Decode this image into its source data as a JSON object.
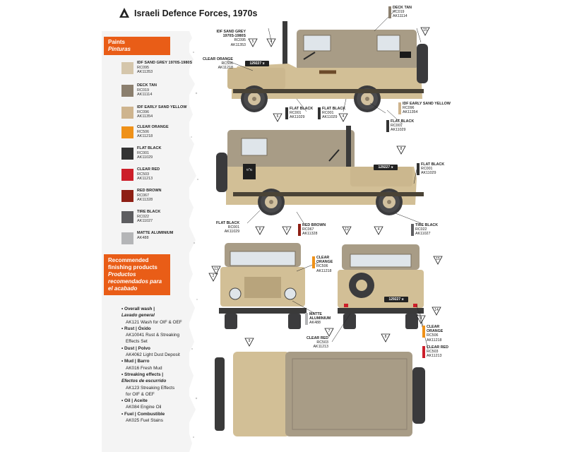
{
  "title": "Israeli Defence Forces, 1970s",
  "paints_banner": {
    "en": "Paints",
    "es": "Pinturas"
  },
  "paints": [
    {
      "name": "IDF SAND GREY 1970S-1980S",
      "code1": "RC095",
      "code2": "AK11353",
      "color": "#d5c6ab"
    },
    {
      "name": "DECK TAN",
      "code1": "RC019",
      "code2": "AK11114",
      "color": "#8b7f6e"
    },
    {
      "name": "IDF EARLY SAND YELLOW",
      "code1": "RC096",
      "code2": "AK11354",
      "color": "#ceb48e"
    },
    {
      "name": "CLEAR ORANGE",
      "code1": "RC506",
      "code2": "AK11218",
      "color": "#ef9118"
    },
    {
      "name": "FLAT BLACK",
      "code1": "RC001",
      "code2": "AK11029",
      "color": "#333333"
    },
    {
      "name": "CLEAR RED",
      "code1": "RC503",
      "code2": "AK11213",
      "color": "#cc1f2a"
    },
    {
      "name": "RED BROWN",
      "code1": "RC067",
      "code2": "AK11328",
      "color": "#8e2015"
    },
    {
      "name": "TIRE BLACK",
      "code1": "RC022",
      "code2": "AK11027",
      "color": "#5d5d60"
    },
    {
      "name": "MATTE ALUMINIUM",
      "code1": "AK488",
      "code2": "",
      "color": "#b4b5b7"
    }
  ],
  "finishing_banner": {
    "en": "Recommended finishing products",
    "es": "Productos recomendados para el acabado"
  },
  "finishing": [
    {
      "head": "Overall wash |",
      "head_es": "Lavado general",
      "items": [
        "AK121 Wash for OIF & OEF"
      ]
    },
    {
      "head": "Rust | Óxido",
      "head_es": "",
      "items": [
        "AK10041 Rust & Streaking",
        "Effects Set"
      ]
    },
    {
      "head": "Dust | Polvo",
      "head_es": "",
      "items": [
        "AK4062 Light Dust Deposit"
      ]
    },
    {
      "head": "Mud | Barro",
      "head_es": "",
      "items": [
        "AK016 Fresh Mud"
      ]
    },
    {
      "head": "Streaking effects |",
      "head_es": "Efectos de escurrido",
      "items": [
        "AK123 Streaking Effects",
        "for OIF & OEF"
      ]
    },
    {
      "head": "Oil | Aceite",
      "head_es": "",
      "items": [
        "AK084 Engine Oil"
      ]
    },
    {
      "head": "Fuel | Combustible",
      "head_es": "",
      "items": [
        "AK025 Fuel Stains"
      ]
    }
  ],
  "callouts": {
    "deck_tan": {
      "name": "DECK TAN",
      "c1": "RC019",
      "c2": "AK11114"
    },
    "idf_sand_grey": {
      "name": "IDF SAND GREY 1970S-1980S",
      "c1": "RC095",
      "c2": "AK11353"
    },
    "clear_orange_top": {
      "name": "CLEAR ORANGE",
      "c1": "RC506",
      "c2": "AK11218"
    },
    "flat_black_a": {
      "name": "FLAT BLACK",
      "c1": "RC001",
      "c2": "AK11029"
    },
    "flat_black_b": {
      "name": "FLAT BLACK",
      "c1": "RC001",
      "c2": "AK11029"
    },
    "flat_black_c": {
      "name": "FLAT BLACK",
      "c1": "RC001",
      "c2": "AK11029"
    },
    "idf_early": {
      "name": "IDF EARLY SAND YELLOW",
      "c1": "RC096",
      "c2": "AK11354"
    },
    "flat_black_side2": {
      "name": "FLAT BLACK",
      "c1": "RC001",
      "c2": "AK11029"
    },
    "flat_black_bottom": {
      "name": "FLAT BLACK",
      "c1": "RC001",
      "c2": "AK11029"
    },
    "red_brown": {
      "name": "RED BROWN",
      "c1": "RC067",
      "c2": "AK11328"
    },
    "tire_black": {
      "name": "TIRE BLACK",
      "c1": "RC022",
      "c2": "AK11027"
    },
    "clear_orange_front": {
      "name": "CLEAR ORANGE",
      "c1": "RC506",
      "c2": "AK11218"
    },
    "matte_alu": {
      "name": "MATTE ALUMINIUM",
      "c1": "AK488",
      "c2": ""
    },
    "clear_red_mid": {
      "name": "CLEAR RED",
      "c1": "RC503",
      "c2": "AK11213"
    },
    "clear_orange_rear": {
      "name": "CLEAR ORANGE",
      "c1": "RC506",
      "c2": "AK11218"
    },
    "clear_red_rear": {
      "name": "CLEAR RED",
      "c1": "RC503",
      "c2": "AK11213"
    }
  },
  "plates": {
    "side": "129227 צ",
    "rear": "129227 צ",
    "side2_cab": "מ\"פ"
  },
  "markers": [
    "5",
    "4",
    "15",
    "6",
    "4",
    "8",
    "3",
    "8",
    "4",
    "12",
    "2",
    "9",
    "7",
    "8",
    "13",
    "15",
    "14",
    "4"
  ],
  "icons": {
    "title_mark": "triangle-icon"
  }
}
